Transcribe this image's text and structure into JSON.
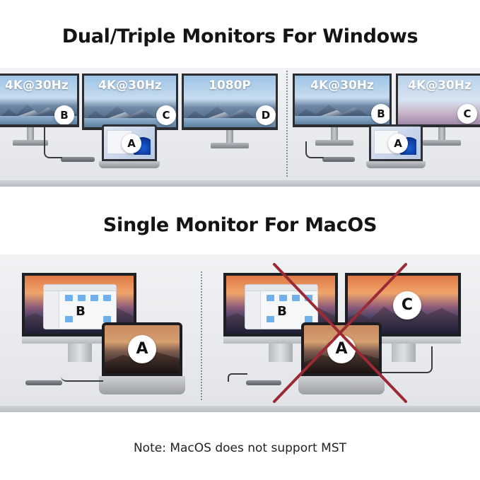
{
  "windows_section": {
    "title": "Dual/Triple Monitors For Windows",
    "left_setup": {
      "monitors": [
        {
          "resolution": "4K@30Hz",
          "badge": "B"
        },
        {
          "resolution": "4K@30Hz",
          "badge": "C"
        },
        {
          "resolution": "1080P",
          "badge": "D"
        }
      ],
      "laptop_badge": "A"
    },
    "right_setup": {
      "monitors": [
        {
          "resolution": "4K@30Hz",
          "badge": "B"
        },
        {
          "resolution": "4K@30Hz",
          "badge": "C"
        }
      ],
      "laptop_badge": "A"
    }
  },
  "macos_section": {
    "title": "Single Monitor For MacOS",
    "left_setup": {
      "monitor_badge": "B",
      "laptop_badge": "A"
    },
    "right_setup": {
      "monitors": [
        {
          "badge": "B"
        },
        {
          "badge": "C"
        }
      ],
      "laptop_badge": "A",
      "crossed_out": true
    }
  },
  "note": "Note: MacOS does not support MST",
  "colors": {
    "cross": "#9b2a35",
    "title": "#141414"
  }
}
